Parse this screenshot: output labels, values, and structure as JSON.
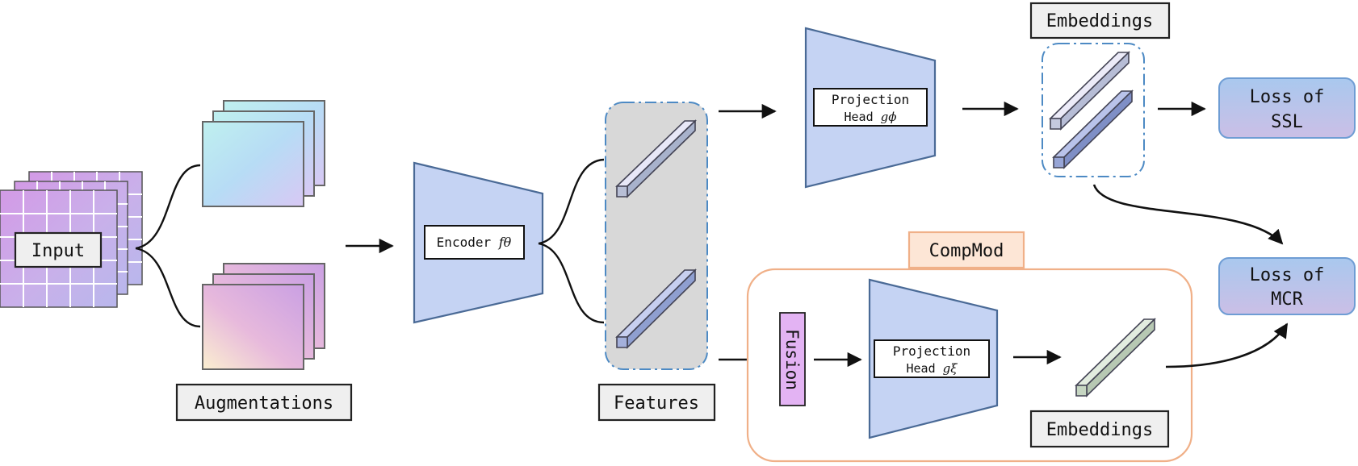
{
  "input": {
    "label": "Input"
  },
  "augmentations": {
    "label": "Augmentations"
  },
  "encoder": {
    "label": "Encoder",
    "symbol": "fθ"
  },
  "features": {
    "label": "Features"
  },
  "projection_ssl": {
    "line1": "Projection",
    "line2": "Head",
    "symbol": "gϕ"
  },
  "embeddings_ssl": {
    "label": "Embeddings"
  },
  "loss_ssl": {
    "line1": "Loss of",
    "line2": "SSL"
  },
  "compmod": {
    "title": "CompMod",
    "fusion": "Fusion",
    "projection": {
      "line1": "Projection",
      "line2": "Head",
      "symbol": "gξ"
    },
    "embeddings": "Embeddings"
  },
  "loss_mcr": {
    "line1": "Loss of",
    "line2": "MCR"
  },
  "colors": {
    "trapezoid_fill": "#c5d3f3",
    "trapezoid_stroke": "#4a6a96",
    "loss_fill_top": "#a9c8ee",
    "loss_fill_bottom": "#cbbfe6",
    "compmod_accent": "#f0b088",
    "compmod_title_fill": "#fde6d6",
    "fusion_fill": "#e3b3f3",
    "features_bg": "#d8d8d8",
    "dash_blue": "#4d8ac4"
  }
}
